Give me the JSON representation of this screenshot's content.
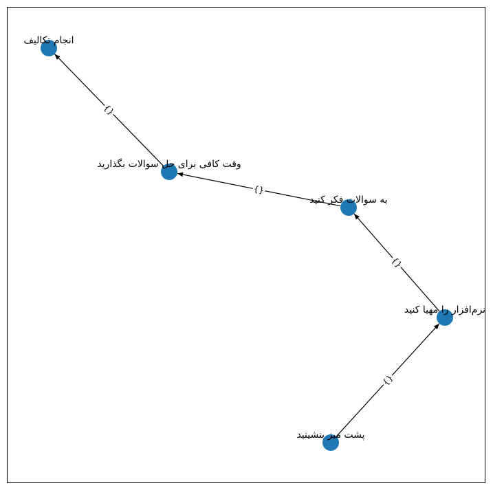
{
  "colors": {
    "node": "#1f77b4",
    "edge": "#000000",
    "frame": "#000000",
    "background": "#ffffff",
    "edge_label_bg": "#ffffff"
  },
  "nodes": [
    {
      "id": "n1",
      "label": "انجام تکالیف"
    },
    {
      "id": "n2",
      "label": "وقت کافی برای حل سوالات بگذارید"
    },
    {
      "id": "n3",
      "label": "به سوالات فکر کنید"
    },
    {
      "id": "n4",
      "label": "نرم‌افزار را مهیا کنید"
    },
    {
      "id": "n5",
      "label": "پشت میز بنشینید"
    }
  ],
  "edges": [
    {
      "from": "n5",
      "to": "n4",
      "label": "{}"
    },
    {
      "from": "n4",
      "to": "n3",
      "label": "{}"
    },
    {
      "from": "n3",
      "to": "n2",
      "label": "{}"
    },
    {
      "from": "n2",
      "to": "n1",
      "label": "{}"
    }
  ]
}
